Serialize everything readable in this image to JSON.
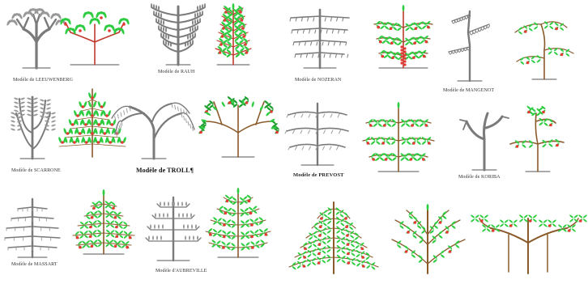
{
  "labels": {
    "leeuwenberg": "Modèle de LEEUWENBERG",
    "rauh": "Modèle de RAUH",
    "nozeran": "Modèle de NOZERAN",
    "mangenot": "Modèle de MANGENOT",
    "scarrone": "Modèle de SCARRONE",
    "troll": "Modèle de TROLL¶",
    "prevost": "Modèle de PREVOST",
    "koriba": "Modèle de KORIBA",
    "massart": "Modèle de MASSART",
    "aubreville": "Modèle d'AUBREVILLE"
  },
  "colors": {
    "line_gray": "#7a7a7a",
    "trunk_brown": "#8b5a2b",
    "trunk_red": "#c0392b",
    "leaf_green": "#2ecc40",
    "leaf_dark": "#1e9e2e",
    "fruit_red": "#e53935"
  }
}
